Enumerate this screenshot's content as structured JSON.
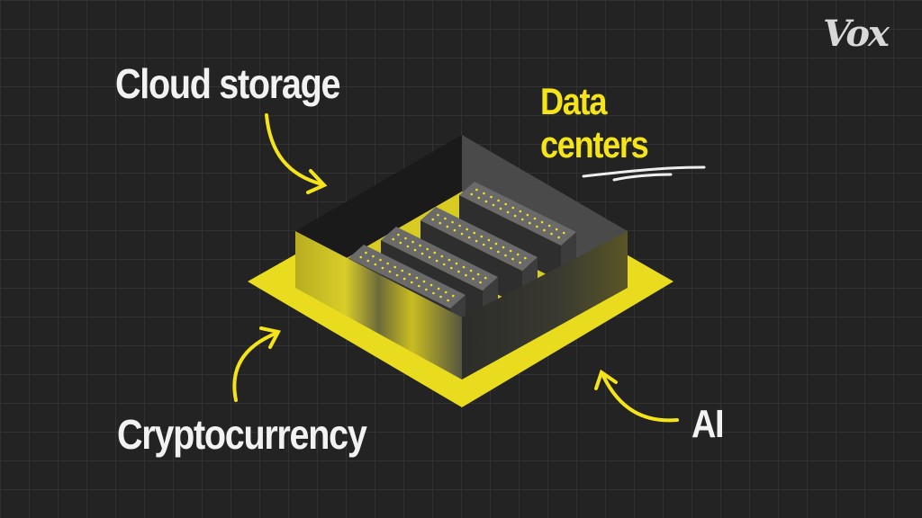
{
  "labels": {
    "cloud_storage": "Cloud storage",
    "data_centers_line1": "Data",
    "data_centers_line2": "centers",
    "cryptocurrency": "Cryptocurrency",
    "ai": "AI"
  },
  "logo": "Vox",
  "colors": {
    "accent": "#f5e418",
    "background": "#232323",
    "text": "#f2f2f2"
  }
}
